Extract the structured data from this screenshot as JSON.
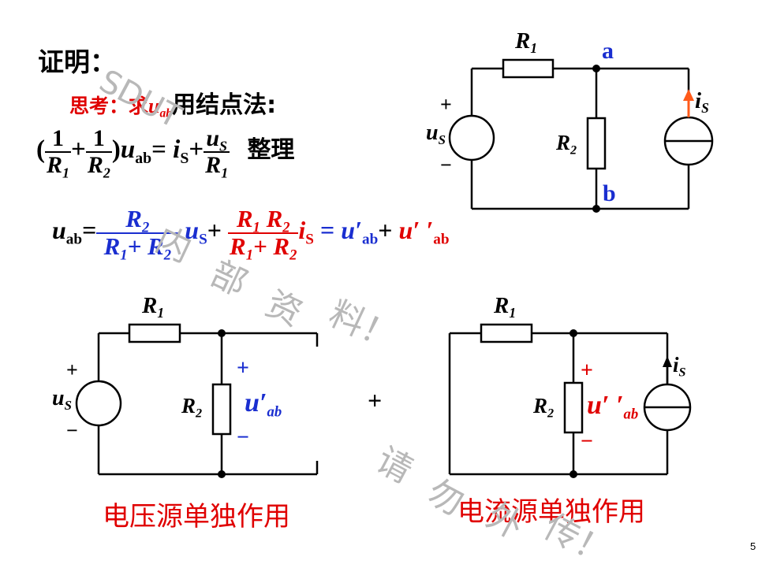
{
  "slide": {
    "page_number": "5",
    "proof_label": "证明：",
    "think_label": "思考：求",
    "think_var": "u",
    "think_sub": "ab",
    "node_method": "用结点法:",
    "eq1": {
      "lp": "(",
      "one": "1",
      "r": "R",
      "s1": "1",
      "plus": "+",
      "s2": "2",
      "rp": ")",
      "u": "u",
      "ab": "ab",
      "eq": "=",
      "i": "i",
      "S": "S",
      "us_num": "u",
      "us_sub": "S",
      "arrange": "整理"
    },
    "eq2": {
      "lhs_u": "u",
      "lhs_sub": "ab",
      "eq": "=",
      "f1_num": "R",
      "f1_num_sub": "2",
      "f1_den_a": "R",
      "f1_den_a_sub": "1",
      "f1_den_plus": "+",
      "f1_den_b": "R",
      "f1_den_b_sub": "2",
      "us": "u",
      "us_sub": "S",
      "plus": "+",
      "f2_num_a": "R",
      "f2_num_a_sub": "1",
      "f2_num_b": "R",
      "f2_num_b_sub": "2",
      "f2_den_a": "R",
      "f2_den_a_sub": "1",
      "f2_den_plus": "+",
      "f2_den_b": "R",
      "f2_den_b_sub": "2",
      "is": "i",
      "is_sub": "S",
      "eq2": "=",
      "up": "u′",
      "up_sub": "ab",
      "plus2": "+",
      "upp": "u′ ′",
      "upp_sub": "ab"
    },
    "captions": {
      "voltage": "电压源单独作用",
      "current": "电流源单独作用"
    },
    "plus_sign": "+",
    "watermark": {
      "w1": "SDUT",
      "w2": "内",
      "w3": "部",
      "w4": "资",
      "w5": "料！",
      "w6": "请",
      "w7": "勿",
      "w8": "外",
      "w9": "传！"
    }
  },
  "circuits": {
    "top": {
      "R1": "R",
      "R1_sub": "1",
      "R2": "R",
      "R2_sub": "2",
      "node_a": "a",
      "node_b": "b",
      "us": "u",
      "us_sub": "S",
      "is": "i",
      "is_sub": "S",
      "plus": "+",
      "minus": "−"
    },
    "left": {
      "R1": "R",
      "R1_sub": "1",
      "R2": "R",
      "R2_sub": "2",
      "us": "u",
      "us_sub": "S",
      "plus": "+",
      "minus": "−",
      "u_label": "u′",
      "u_sub": "ab"
    },
    "right": {
      "R1": "R",
      "R1_sub": "1",
      "R2": "R",
      "R2_sub": "2",
      "is": "i",
      "is_sub": "S",
      "plus": "+",
      "minus": "−",
      "u_label": "u′ ′",
      "u_sub": "ab"
    }
  },
  "colors": {
    "red": "#e00000",
    "blue": "#1a2ed0",
    "orange": "#ff5a1a",
    "watermark": "#b8b8b8"
  }
}
